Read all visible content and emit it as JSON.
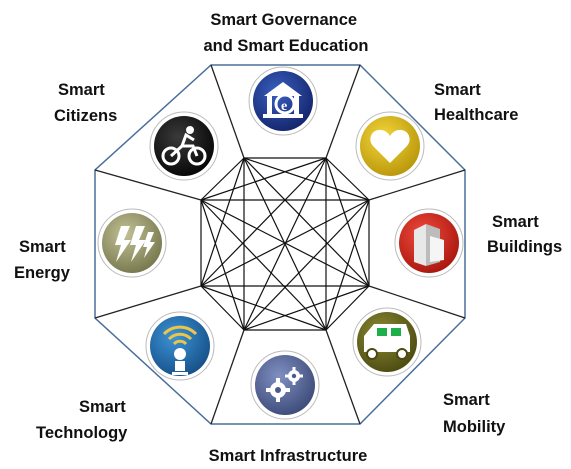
{
  "labels": {
    "governance": [
      "Smart Governance",
      "and Smart Education"
    ],
    "healthcare": [
      "Smart",
      "Healthcare"
    ],
    "buildings": [
      "Smart",
      "Buildings"
    ],
    "mobility": [
      "Smart",
      "Mobility"
    ],
    "infrastructure": [
      "Smart Infrastructure"
    ],
    "technology": [
      "Smart",
      "Technology"
    ],
    "energy": [
      "Smart",
      "Energy"
    ],
    "citizens": [
      "Smart",
      "Citizens"
    ]
  },
  "icons": {
    "governance": {
      "name": "education-building-icon",
      "color": "#1f3b8c"
    },
    "healthcare": {
      "name": "heart-icon",
      "color": "#d8b614"
    },
    "buildings": {
      "name": "building-icon",
      "color": "#d42a22"
    },
    "mobility": {
      "name": "car-icon",
      "color": "#6b6a1c"
    },
    "infrastructure": {
      "name": "gears-icon",
      "color": "#5a6a9a"
    },
    "technology": {
      "name": "wireless-person-icon",
      "color": "#1f6fb0"
    },
    "energy": {
      "name": "lightning-icon",
      "color": "#9c9c6e"
    },
    "citizens": {
      "name": "cyclist-icon",
      "color": "#1a1a1a"
    }
  },
  "colors": {
    "outer_border": "#4a6f9a",
    "divider_lines": "#222222",
    "inner_network": "#111111"
  }
}
